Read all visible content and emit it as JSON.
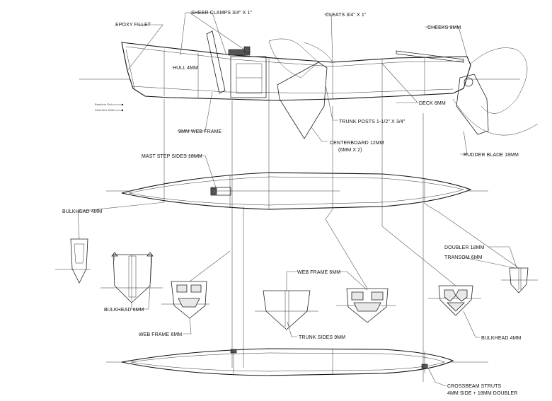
{
  "labels": {
    "epoxy_fillet": "EPOXY FILLET",
    "sheer_clamps": "SHEER CLAMPS 3/4\" X 1\"",
    "cleats": "CLEATS 3/4\" X 1\"",
    "cheeks": "CHEEKS 9MM",
    "hull": "HULL 4MM",
    "deck": "DECK 6MM",
    "trunk_posts": "TRUNK POSTS 1-1/2\" X 3/4\"",
    "web_frame_9mm": "9MM WEB FRAME",
    "centerboard_line1": "CENTERBOARD 12MM",
    "centerboard_line2": "(6MM X 2)",
    "rudder_blade": "RUDDER BLADE 18MM",
    "mast_step_sides": "MAST STEP SIDES 18MM",
    "bulkhead_4mm_left": "BULKHEAD 4MM",
    "bulkhead_6mm": "BULKHEAD 6MM",
    "web_frame_6mm_left": "WEB FRAME 6MM",
    "web_frame_6mm_center": "WEB FRAME 6MM",
    "trunk_sides": "TRUNK SIDES 9MM",
    "doubler": "DOUBLER 18MM",
    "transom": "TRANSOM 6MM",
    "bulkhead_4mm_right": "BULKHEAD 4MM",
    "crossbeam_line1": "CROSSBEAM STRUTS",
    "crossbeam_line2": "4MM SIDE + 18MM DOUBLER"
  },
  "legend_small": [
    "Baseline Ref.",
    "Sheerline Ref."
  ]
}
